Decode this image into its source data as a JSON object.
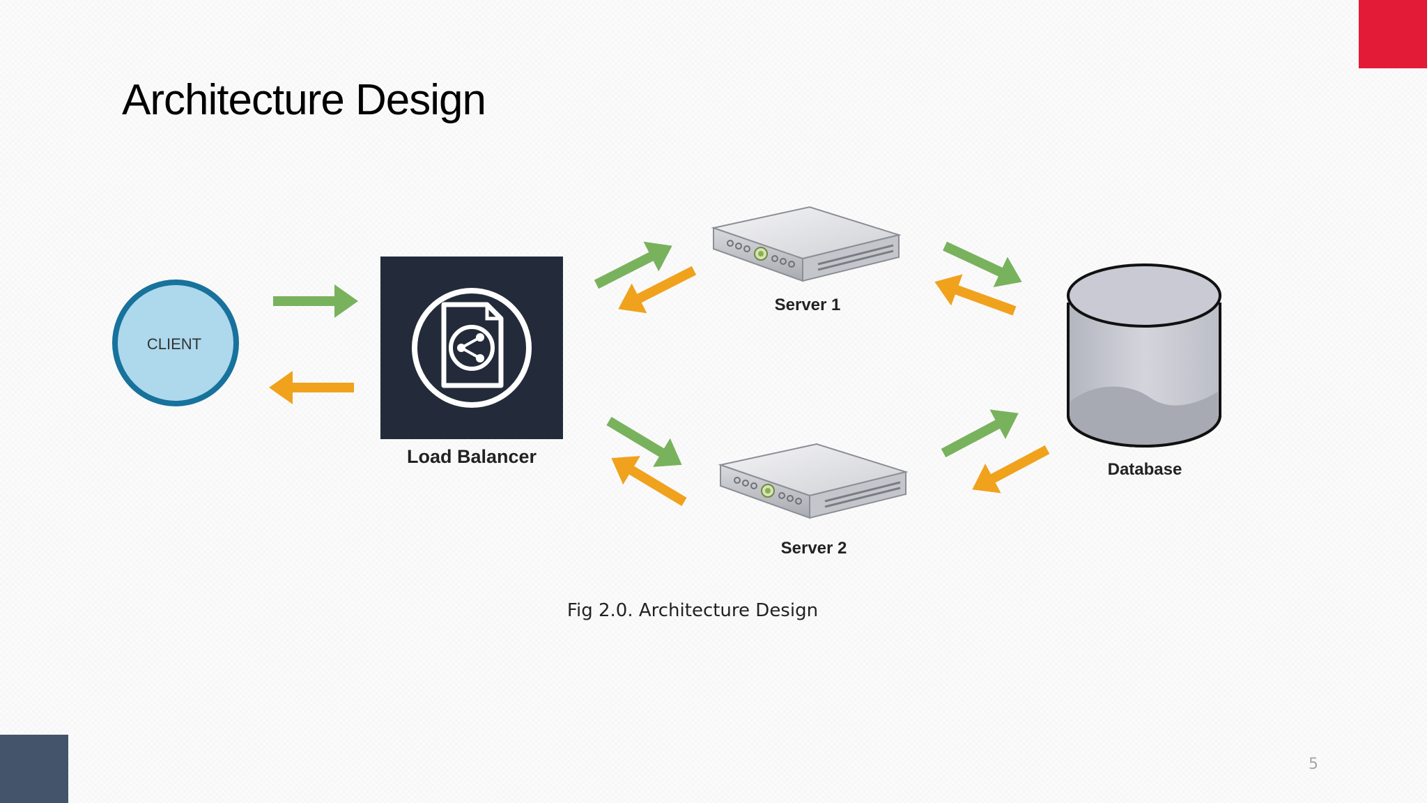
{
  "slide": {
    "title": "Architecture Design",
    "caption": "Fig 2.0. Architecture Design",
    "page_number": "5"
  },
  "nodes": {
    "client": "CLIENT",
    "load_balancer": "Load Balancer",
    "server1": "Server 1",
    "server2": "Server 2",
    "database": "Database"
  },
  "colors": {
    "request_arrow": "#79b25d",
    "response_arrow": "#f0a21d",
    "client_fill": "#aed8ec",
    "client_stroke": "#17729c",
    "load_balancer_bg": "#232b3a",
    "accent_red": "#e31b37",
    "accent_slate": "#44546a"
  },
  "icons": {
    "load_balancer": "document-share-icon",
    "server": "rack-server-icon",
    "database": "cylinder-database-icon"
  }
}
